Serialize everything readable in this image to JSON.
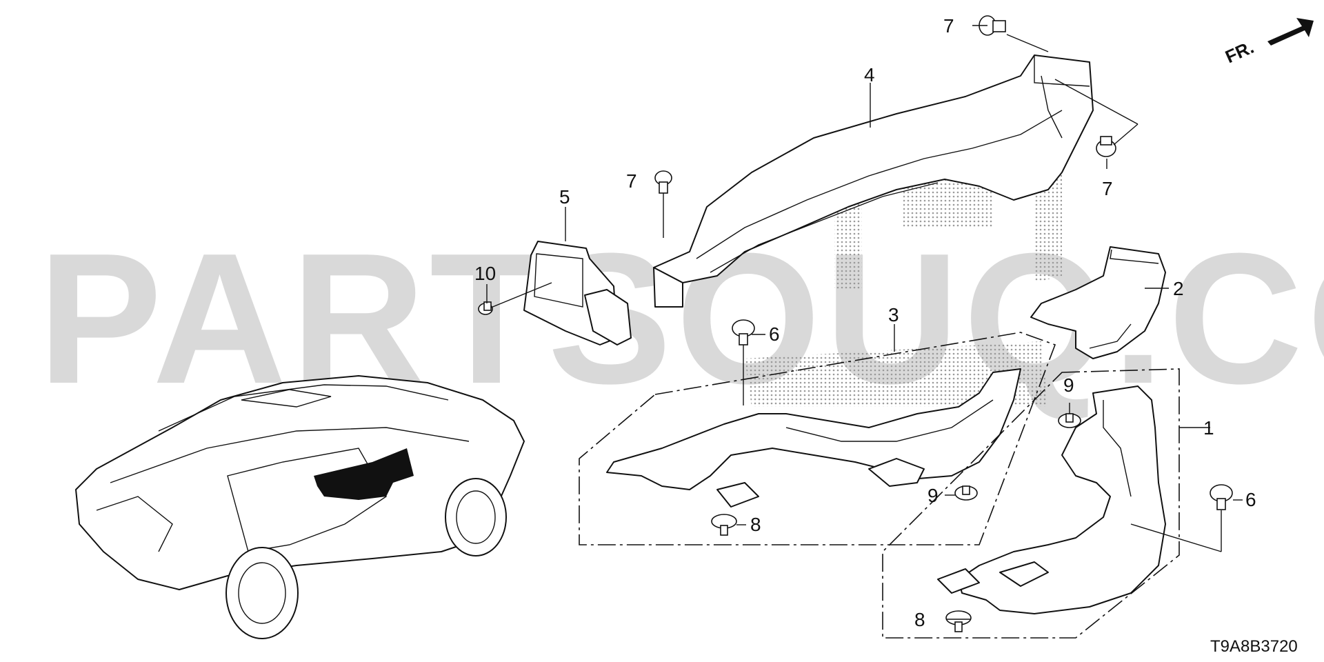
{
  "watermark": "PARTSOUQ.COM",
  "direction_label": "FR.",
  "diagram_code": "T9A8B3720",
  "callouts": {
    "c1": "1",
    "c2": "2",
    "c3": "3",
    "c4": "4",
    "c5": "5",
    "c6a": "6",
    "c6b": "6",
    "c7a": "7",
    "c7b": "7",
    "c7c": "7",
    "c8a": "8",
    "c8b": "8",
    "c9a": "9",
    "c9b": "9",
    "c10": "10"
  },
  "colors": {
    "line": "#111111",
    "watermark": "#d9d9d9",
    "background": "#ffffff"
  }
}
